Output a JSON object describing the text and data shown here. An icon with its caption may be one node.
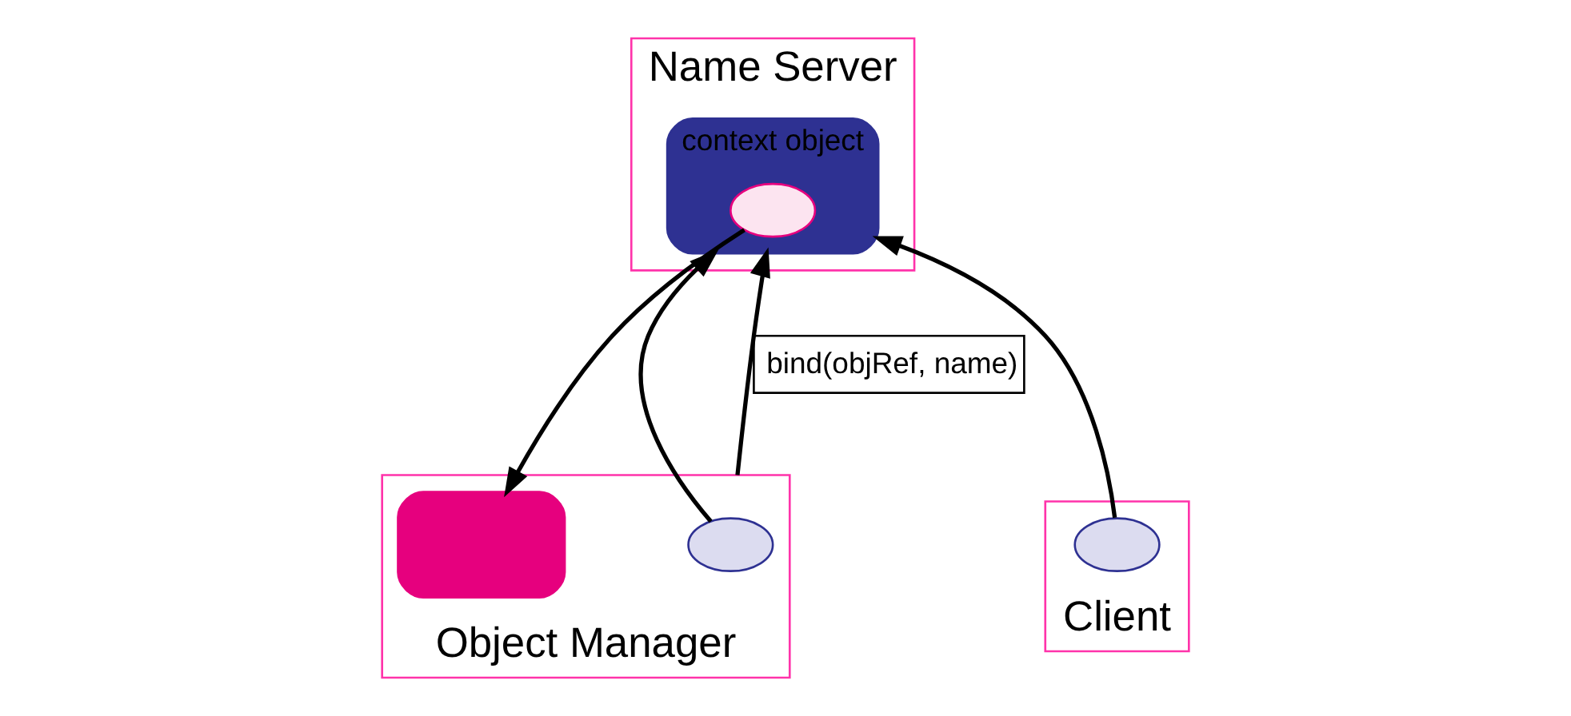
{
  "diagram": {
    "nodes": [
      {
        "text": [
          "Name Server"
        ]
      },
      {
        "text": [
          "context object"
        ],
        "in": 0
      },
      {
        "text": [],
        "shape": "circle",
        "in": 1
      },
      {
        "text": [
          "Client"
        ]
      },
      {
        "text": [],
        "shape": "circle",
        "in": 3
      },
      {
        "text": [
          "Object Manager"
        ]
      },
      {
        "text": [],
        "shape": "circle",
        "in": 5
      },
      {
        "text": [],
        "shape": "box",
        "in": 5
      }
    ],
    "edges": [
      {
        "from": 4,
        "to": 1,
        "arrow": "to"
      },
      {
        "from": 6,
        "to": 1,
        "arrow": "to"
      },
      {
        "from": 2,
        "to": 7,
        "arrow": "to"
      },
      {
        "from": 5,
        "to": 1,
        "arrow": "to",
        "label": "bind(objRef, name)"
      }
    ]
  }
}
